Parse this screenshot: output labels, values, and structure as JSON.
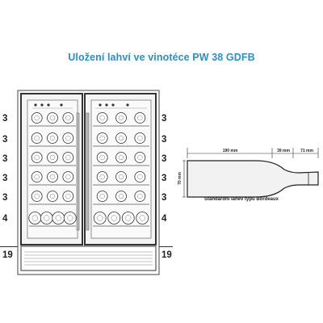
{
  "title": "Uložení lahví ve vinotéce PW 38 GDFB",
  "left_counts": [
    "3",
    "3",
    "3",
    "3",
    "3",
    "4"
  ],
  "right_counts": [
    "3",
    "3",
    "3",
    "3",
    "3",
    "4"
  ],
  "left_total": "19",
  "right_total": "19",
  "bottle": {
    "caption": "Standardní lahev typu Bordeaux",
    "dim_body": "190 mm",
    "dim_shoulder": "39 mm",
    "dim_neck": "71 mm",
    "dim_diameter": "70 mm"
  }
}
